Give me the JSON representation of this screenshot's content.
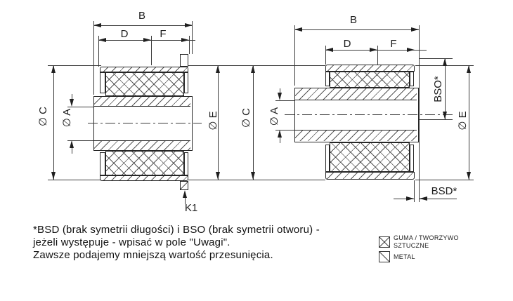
{
  "left_view": {
    "dim_b": "B",
    "dim_d": "D",
    "dim_f": "F",
    "dia_c": "∅ C",
    "dia_a": "∅ A",
    "dia_e": "∅ E",
    "tab_label": "K1"
  },
  "right_view": {
    "dim_b": "B",
    "dim_d": "D",
    "dim_f": "F",
    "dia_c": "∅ C",
    "dia_a": "∅ A",
    "dia_e": "∅ E",
    "bso_label": "BSO*",
    "bsd_label": "BSD*"
  },
  "legend": {
    "items": [
      {
        "pattern": "cross-hatch",
        "label": "GUMA / TWORZYWO SZTUCZNE"
      },
      {
        "pattern": "diagonal-hatch",
        "label": "METAL"
      }
    ]
  },
  "note": {
    "lines": [
      "*BSD (brak symetrii długości) i BSO (brak symetrii otworu) -",
      "jeżeli występuje - wpisać w pole \"Uwagi\".",
      "Zawsze podajemy mniejszą wartość przesunięcia."
    ]
  },
  "colors": {
    "line": "#3a3a3a",
    "part_outline": "#262626",
    "hatch": "#555555",
    "background": "#ffffff"
  }
}
